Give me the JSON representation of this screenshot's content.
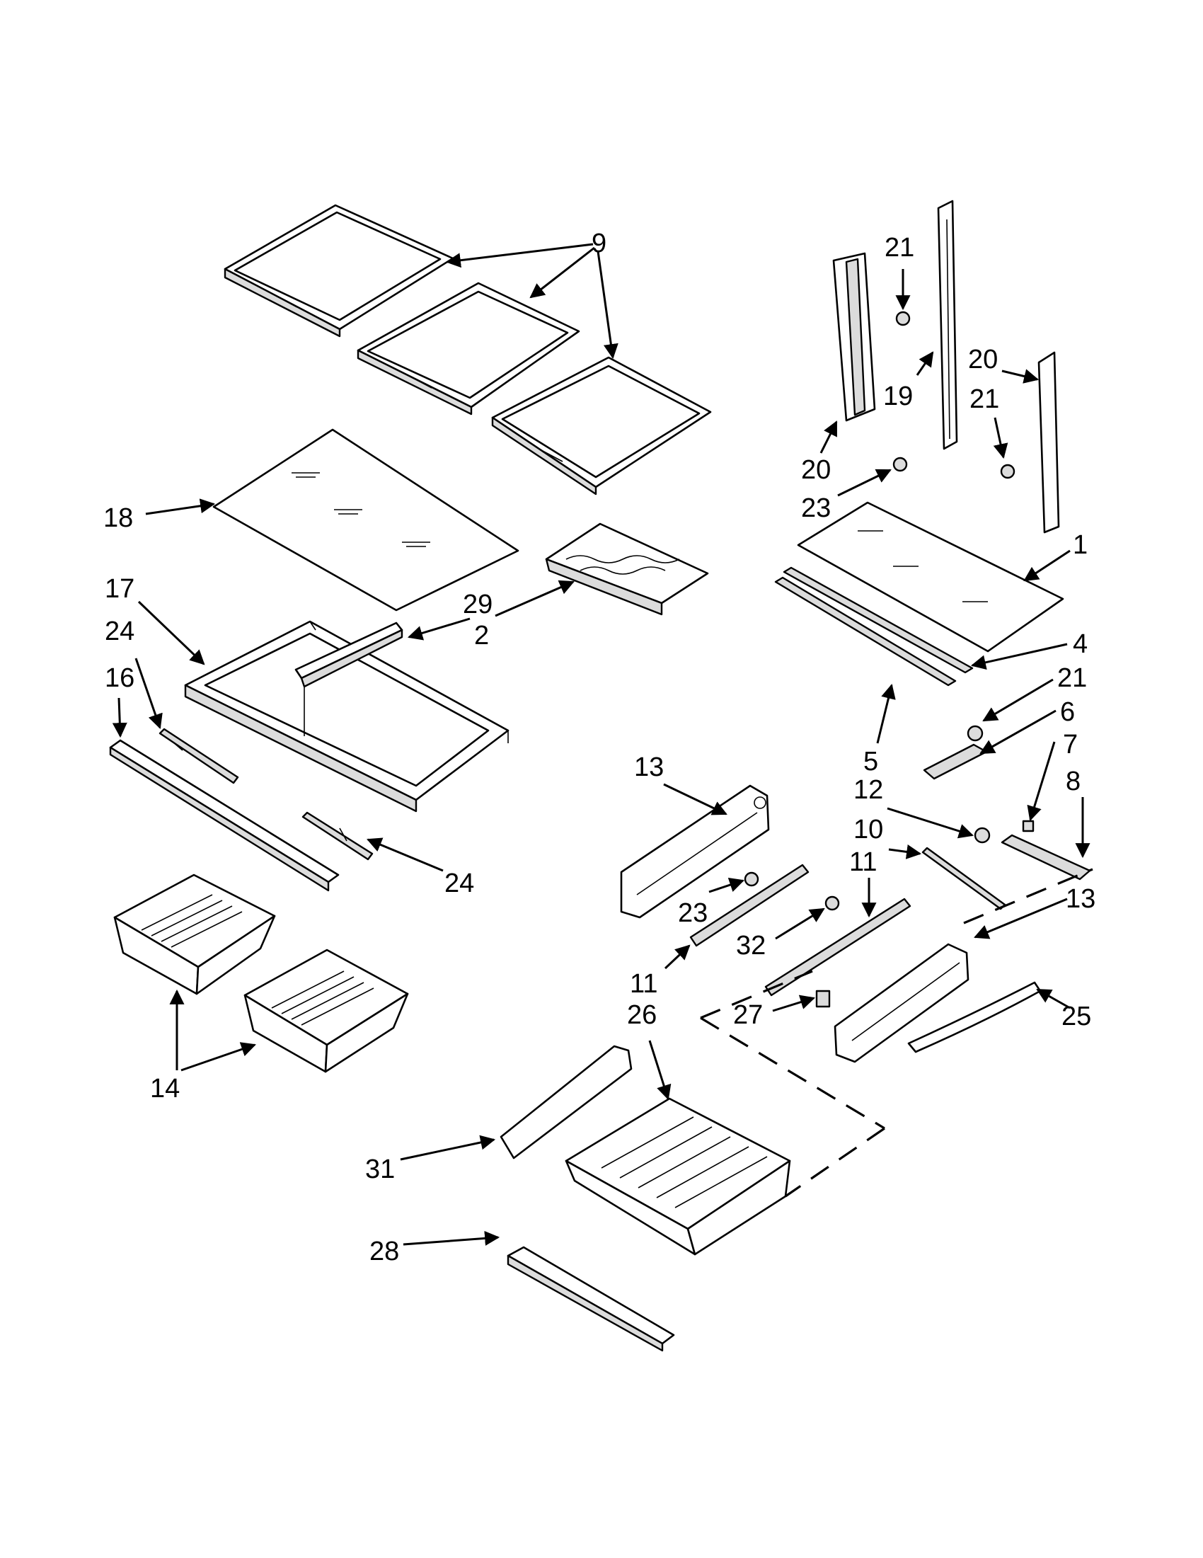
{
  "callouts": [
    {
      "id": "c9",
      "text": "9"
    },
    {
      "id": "c21a",
      "text": "21"
    },
    {
      "id": "c19",
      "text": "19"
    },
    {
      "id": "c20a",
      "text": "20"
    },
    {
      "id": "c20b",
      "text": "20"
    },
    {
      "id": "c21b",
      "text": "21"
    },
    {
      "id": "c23a",
      "text": "23"
    },
    {
      "id": "c18",
      "text": "18"
    },
    {
      "id": "c17",
      "text": "17"
    },
    {
      "id": "c29",
      "text": "29"
    },
    {
      "id": "c2",
      "text": "2"
    },
    {
      "id": "c24a",
      "text": "24"
    },
    {
      "id": "c16",
      "text": "16"
    },
    {
      "id": "c1",
      "text": "1"
    },
    {
      "id": "c4",
      "text": "4"
    },
    {
      "id": "c21c",
      "text": "21"
    },
    {
      "id": "c6",
      "text": "6"
    },
    {
      "id": "c5",
      "text": "5"
    },
    {
      "id": "c7",
      "text": "7"
    },
    {
      "id": "c8",
      "text": "8"
    },
    {
      "id": "c12",
      "text": "12"
    },
    {
      "id": "c13a",
      "text": "13"
    },
    {
      "id": "c10",
      "text": "10"
    },
    {
      "id": "c11a",
      "text": "11"
    },
    {
      "id": "c24b",
      "text": "24"
    },
    {
      "id": "c23b",
      "text": "23"
    },
    {
      "id": "c13b",
      "text": "13"
    },
    {
      "id": "c32",
      "text": "32"
    },
    {
      "id": "c11b",
      "text": "11"
    },
    {
      "id": "c26",
      "text": "26"
    },
    {
      "id": "c27",
      "text": "27"
    },
    {
      "id": "c25",
      "text": "25"
    },
    {
      "id": "c14",
      "text": "14"
    },
    {
      "id": "c31",
      "text": "31"
    },
    {
      "id": "c28",
      "text": "28"
    }
  ]
}
